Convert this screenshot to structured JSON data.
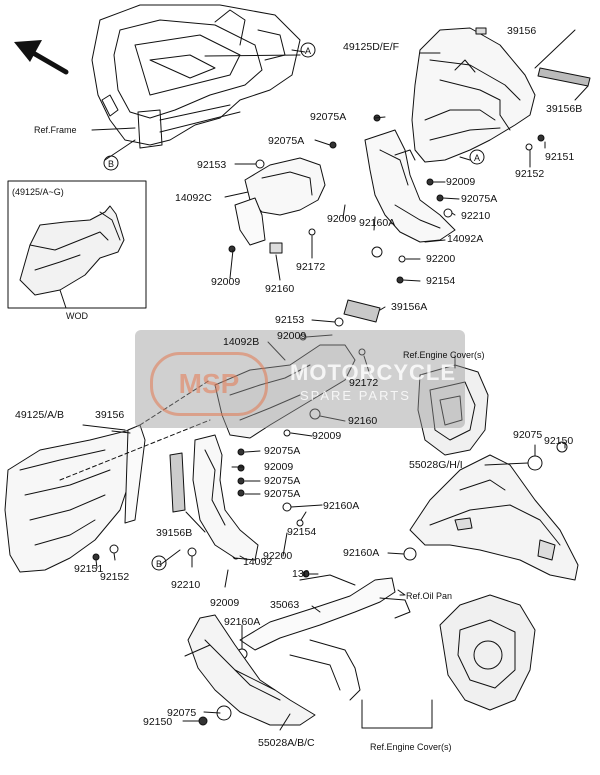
{
  "labels": {
    "ref_frame": "Ref.Frame",
    "callout_a_top": "A",
    "callout_b_frame": "B",
    "callout_a_right": "A",
    "callout_b_bottom": "B",
    "inset_title": "(49125/A~G)",
    "inset_caption": "WOD",
    "p39156_top": "39156",
    "p49125def": "49125D/E/F",
    "p39156b_right": "39156B",
    "p92075a_1": "92075A",
    "p92075a_2": "92075A",
    "p92153_1": "92153",
    "p14092c": "14092C",
    "p92151_r": "92151",
    "p92152_r": "92152",
    "p92009_1": "92009",
    "p92075a_3": "92075A",
    "p92210_r": "92210",
    "p92160a_1": "92160A",
    "p92009_2": "92009",
    "p14092a": "14092A",
    "p92200_r": "92200",
    "p92154_r": "92154",
    "p92009_3": "92009",
    "p92172_1": "92172",
    "p92160_1": "92160",
    "p39156a": "39156A",
    "p92153_2": "92153",
    "p92009_4": "92009",
    "p14092b": "14092B",
    "ref_engine_cover_1": "Ref.Engine Cover(s)",
    "p92172_2": "92172",
    "p49125ab": "49125/A/B",
    "p39156_left": "39156",
    "p92160_2": "92160",
    "p92009_5": "92009",
    "p92075a_4": "92075A",
    "p92009_6": "92009",
    "p92075a_5": "92075A",
    "p92075a_6": "92075A",
    "p92150_r": "92150",
    "p92075_r": "92075",
    "p55028ghi": "55028G/H/I",
    "p92160a_2": "92160A",
    "p39156b_left": "39156B",
    "p92154_l": "92154",
    "p92160a_3": "92160A",
    "p92200_l": "92200",
    "p92151_l": "92151",
    "p92152_l": "92152",
    "p92210_l": "92210",
    "p14092": "14092",
    "p92009_7": "92009",
    "p130": "130",
    "ref_oil_pan": "Ref.Oil Pan",
    "p35063": "35063",
    "p92160a_4": "92160A",
    "p92075_l": "92075",
    "p92150_l": "92150",
    "p55028abc": "55028A/B/C",
    "ref_engine_cover_2": "Ref.Engine Cover(s)"
  },
  "watermark": {
    "logo": "MSP",
    "line1": "MOTORCYCLE",
    "line2": "SPARE PARTS"
  },
  "colors": {
    "ink": "#111111",
    "watermark_bg": "#969696",
    "watermark_logo": "#e07850"
  },
  "icons": {
    "direction_arrow": "arrow-up-left-icon"
  }
}
